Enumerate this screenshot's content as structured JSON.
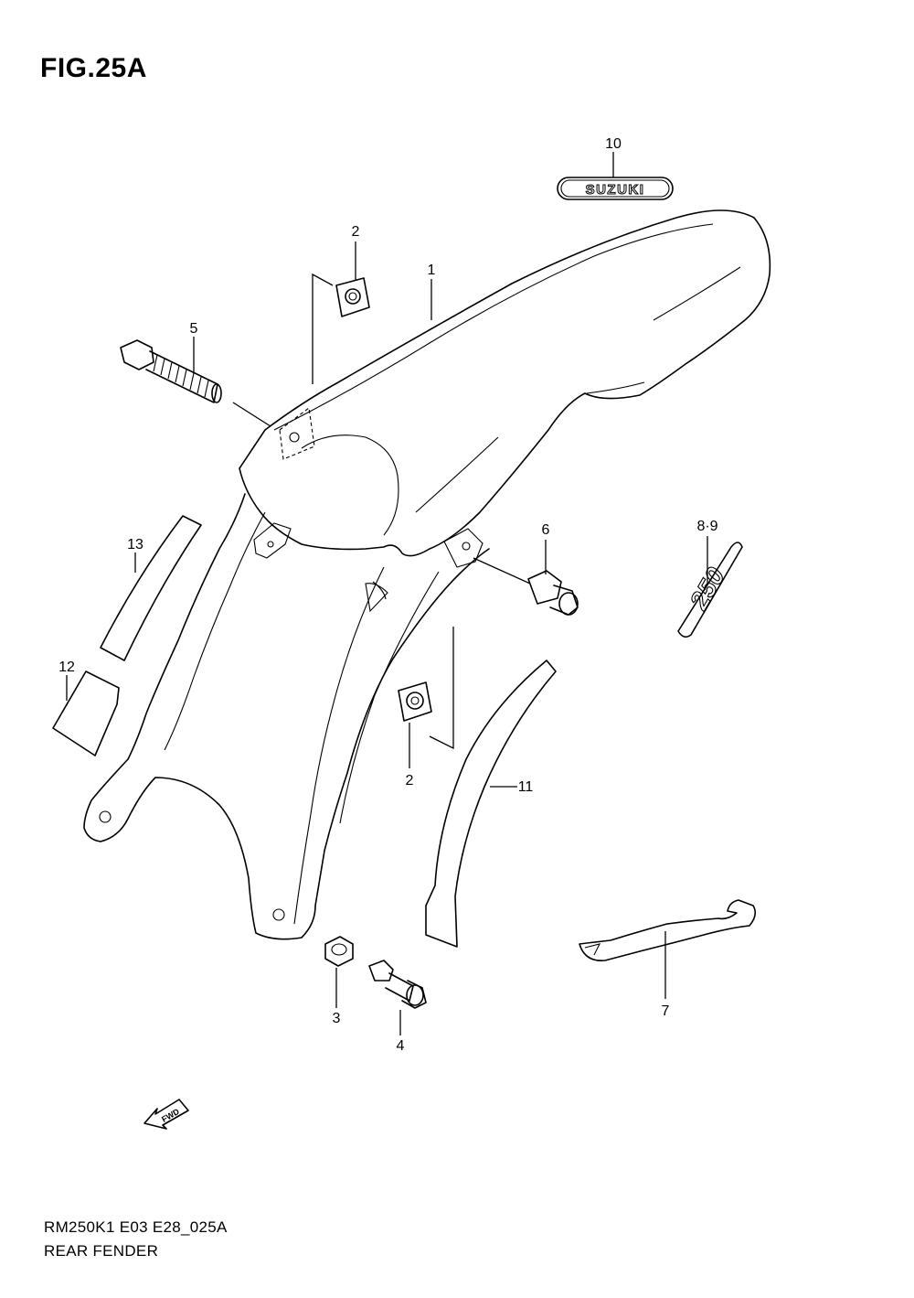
{
  "figure": {
    "title": "FIG.25A",
    "model_code": "RM250K1 E03 E28_025A",
    "section_name": "REAR FENDER"
  },
  "decals": {
    "brand_emblem": "SUZUKI",
    "model_emblem": "250",
    "direction_arrow": "FWD"
  },
  "callouts": [
    {
      "id": "c1",
      "label": "1"
    },
    {
      "id": "c2a",
      "label": "2"
    },
    {
      "id": "c2b",
      "label": "2"
    },
    {
      "id": "c3",
      "label": "3"
    },
    {
      "id": "c4",
      "label": "4"
    },
    {
      "id": "c5",
      "label": "5"
    },
    {
      "id": "c6",
      "label": "6"
    },
    {
      "id": "c7",
      "label": "7"
    },
    {
      "id": "c89",
      "label": "8·9"
    },
    {
      "id": "c10",
      "label": "10"
    },
    {
      "id": "c11",
      "label": "11"
    },
    {
      "id": "c12",
      "label": "12"
    },
    {
      "id": "c13",
      "label": "13"
    }
  ]
}
